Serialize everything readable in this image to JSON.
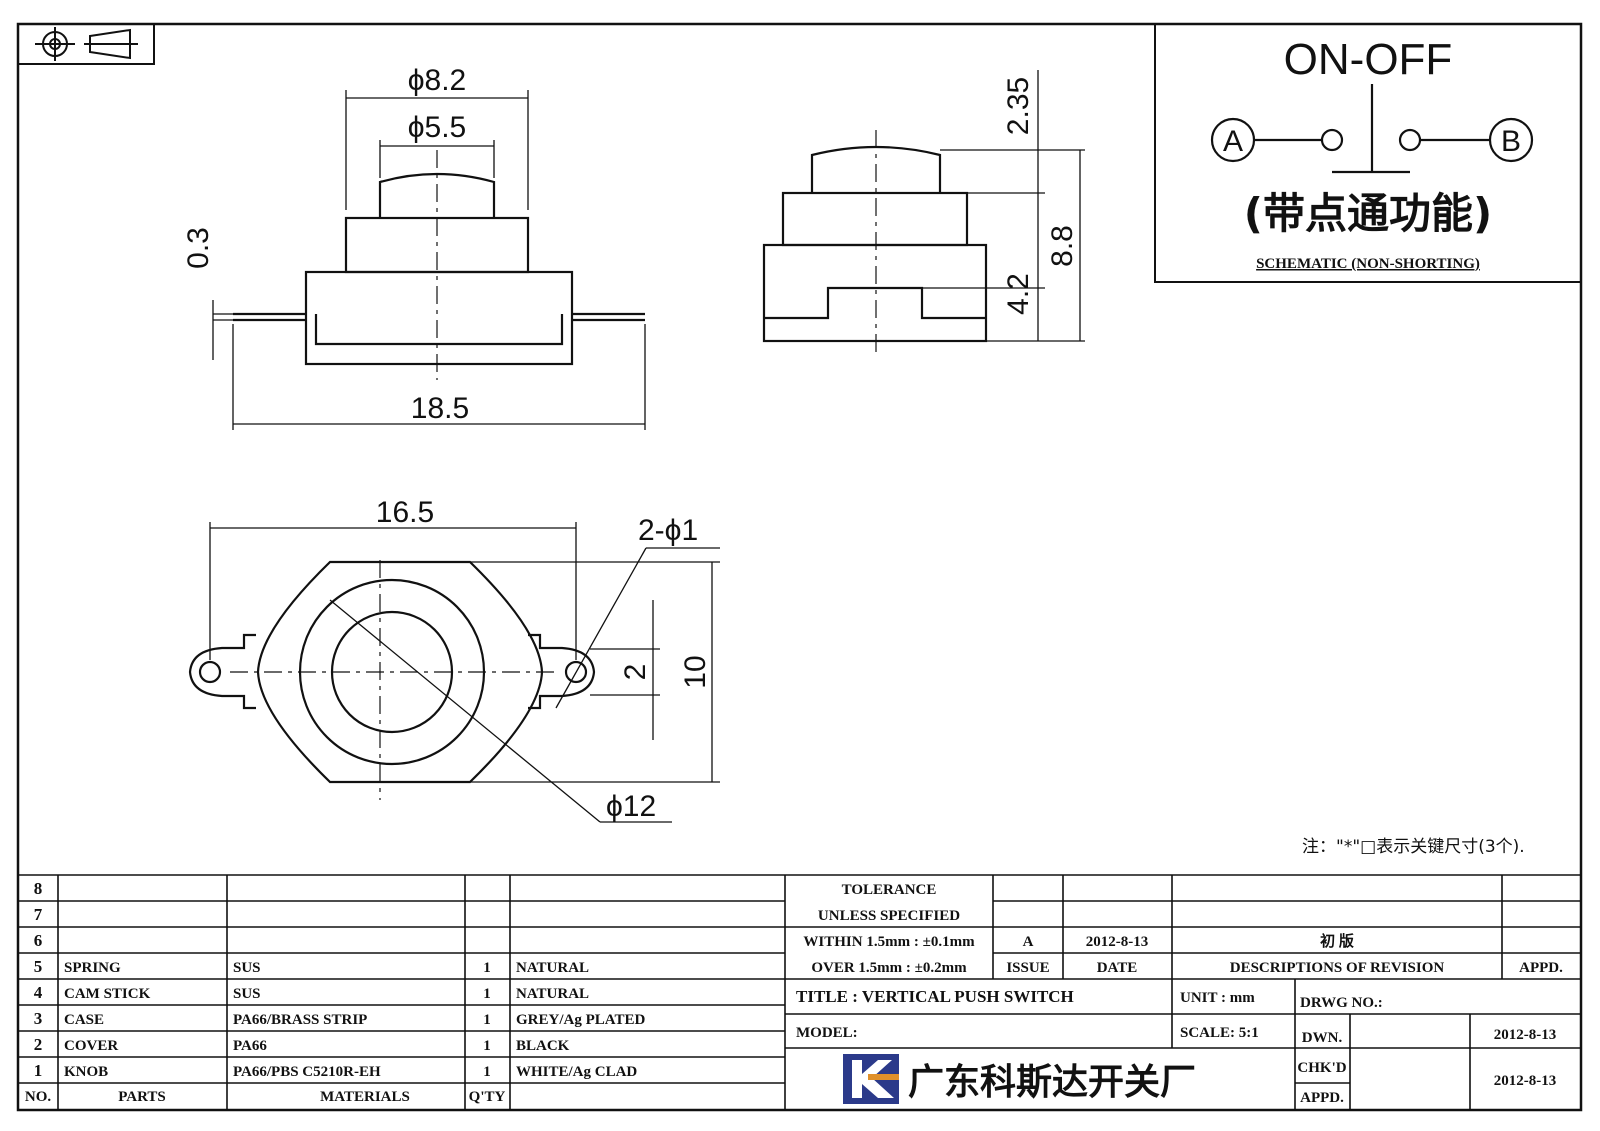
{
  "dimensions": {
    "d_8_2": "ϕ8.2",
    "d_5_5": "ϕ5.5",
    "d_0_3": "0.3",
    "d_18_5": "18.5",
    "d_2_35": "2.35",
    "d_8_8": "8.8",
    "d_4_2": "4.2",
    "d_16_5": "16.5",
    "d_2_phi1": "2-ϕ1",
    "d_2": "2",
    "d_10": "10",
    "d_12": "ϕ12"
  },
  "schematic": {
    "title": "ON-OFF",
    "terminal_a": "A",
    "terminal_b": "B",
    "cn_caption": "(带点通功能)",
    "caption": "SCHEMATIC (NON-SHORTING)"
  },
  "note": "注：\"*\"□表示关键尺寸(3个).",
  "parts_table": {
    "headers": {
      "no": "NO.",
      "parts": "PARTS",
      "materials": "MATERIALS",
      "qty": "Q'TY",
      "finish": ""
    },
    "rows": [
      {
        "no": "8",
        "part": "",
        "material": "",
        "qty": "",
        "finish": ""
      },
      {
        "no": "7",
        "part": "",
        "material": "",
        "qty": "",
        "finish": ""
      },
      {
        "no": "6",
        "part": "",
        "material": "",
        "qty": "",
        "finish": ""
      },
      {
        "no": "5",
        "part": "SPRING",
        "material": "SUS",
        "qty": "1",
        "finish": "NATURAL"
      },
      {
        "no": "4",
        "part": "CAM STICK",
        "material": "SUS",
        "qty": "1",
        "finish": "NATURAL"
      },
      {
        "no": "3",
        "part": "CASE",
        "material": "PA66/BRASS STRIP",
        "qty": "1",
        "finish": "GREY/Ag PLATED"
      },
      {
        "no": "2",
        "part": "COVER",
        "material": "PA66",
        "qty": "1",
        "finish": "BLACK"
      },
      {
        "no": "1",
        "part": "KNOB",
        "material": "PA66/PBS C5210R-EH",
        "qty": "1",
        "finish": "WHITE/Ag CLAD"
      }
    ]
  },
  "title_block": {
    "tolerance_1": "TOLERANCE",
    "tolerance_2": "UNLESS  SPECIFIED",
    "tolerance_3": "WITHIN 1.5mm : ±0.1mm",
    "tolerance_4": "OVER 1.5mm : ±0.2mm",
    "issue_value": "A",
    "date_value": "2012-8-13",
    "revision_value": "初 版",
    "issue_label": "ISSUE",
    "date_label": "DATE",
    "desc_label": "DESCRIPTIONS OF REVISION",
    "appd_label": "APPD.",
    "title": "TITLE :  VERTICAL PUSH SWITCH",
    "unit": "UNIT :  mm",
    "drwg_no": "DRWG NO.:",
    "model": "MODEL:",
    "scale": "SCALE:  5:1",
    "dwn": "DWN.",
    "dwn_date": "2012-8-13",
    "chkd": "CHK'D",
    "chkd_date": "2012-8-13",
    "appd": "APPD.",
    "company": "广东科斯达开关厂"
  }
}
